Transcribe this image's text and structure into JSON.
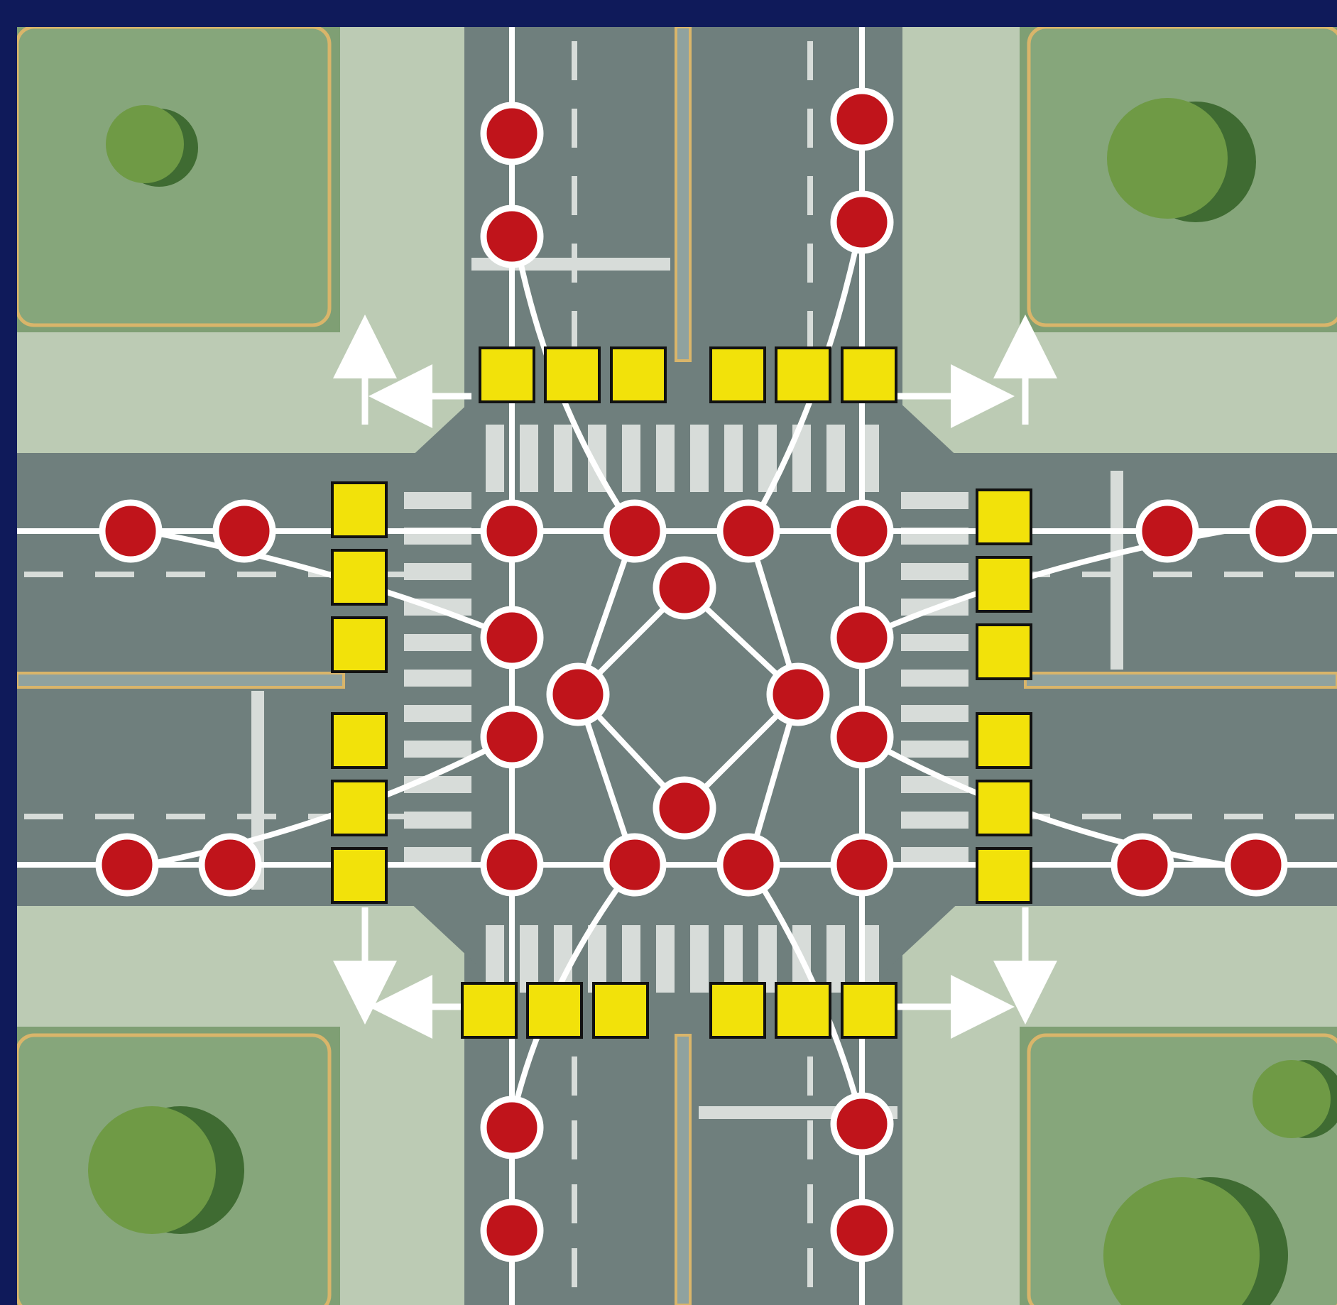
{
  "diagram": {
    "kind": "intersection-conflict-points",
    "legend": [],
    "colors": {
      "frame": "#0f1a5a",
      "grass": "#7f9f74",
      "sidewalk": "#bccbb4",
      "road": "#6f7f7d",
      "curb": "#d9b56a",
      "crosswalk": "#d7dcd9",
      "path": "#ffffff",
      "vehicle_conflict": "#c0141b",
      "pedestrian_conflict": "#f2e20a",
      "tree_light": "#6f9a45",
      "tree_dark": "#3f6b32"
    },
    "counts_depicted": {
      "vehicle_conflict_points": 32,
      "pedestrian_conflict_points": 24
    }
  }
}
